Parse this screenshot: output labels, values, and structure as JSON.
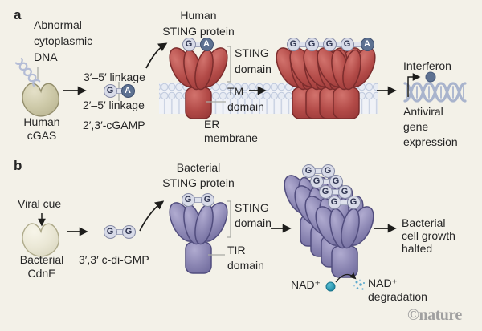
{
  "figure": {
    "credit": "©nature",
    "background_color": "#f3f1e8"
  },
  "panel_a": {
    "label": "a",
    "abnormal_dna_lines": [
      "Abnormal",
      "cytoplasmic",
      "DNA"
    ],
    "cgas_lines": [
      "Human",
      "cGAS"
    ],
    "linkage_top": "3′–5′ linkage",
    "linkage_bottom": "2′–5′ linkage",
    "cgamp": "2′,3′-cGAMP",
    "nucleotide_pair": {
      "left": "G",
      "right": "A"
    },
    "sting_title_lines": [
      "Human",
      "STING protein"
    ],
    "sting_domain_lines": [
      "STING",
      "domain"
    ],
    "tm_domain_lines": [
      "TM",
      "domain"
    ],
    "er_membrane_lines": [
      "ER",
      "membrane"
    ],
    "oligomer_row": [
      "G",
      "G",
      "G",
      "G",
      "A"
    ],
    "interferon": "Interferon",
    "antiviral_lines": [
      "Antiviral",
      "gene",
      "expression"
    ]
  },
  "panel_b": {
    "label": "b",
    "viral_cue": "Viral cue",
    "cdne_lines": [
      "Bacterial",
      "CdnE"
    ],
    "cdigmp": "3′,3′ c-di-GMP",
    "nucleotide_pair": {
      "left": "G",
      "right": "G"
    },
    "sting_title_lines": [
      "Bacterial",
      "STING protein"
    ],
    "sting_domain_lines": [
      "STING",
      "domain"
    ],
    "tir_domain_lines": [
      "TIR",
      "domain"
    ],
    "oligomer_pairs": [
      {
        "left": "G",
        "right": "G"
      },
      {
        "left": "G",
        "right": "G"
      },
      {
        "left": "G",
        "right": "G"
      },
      {
        "left": "G",
        "right": "G"
      }
    ],
    "nad": "NAD⁺",
    "nad_degradation_lines": [
      "NAD⁺",
      "degradation"
    ],
    "growth_lines": [
      "Bacterial",
      "cell growth",
      "halted"
    ]
  },
  "colors": {
    "background": "#f3f1e8",
    "human_sting_red": "#b24a47",
    "bacterial_sting_purple": "#8a85b2",
    "cgas_olive": "#c6c2a0",
    "cdne_cream": "#e8e5d2",
    "nucleotide_dark": "#5d7191",
    "nucleotide_light": "#d8dbe8",
    "membrane_blue": "#dde3ee",
    "dna_helix": "#a9b4cd",
    "nad_teal": "#2f9db5",
    "text": "#252525",
    "credit_gray": "#a0a0a0"
  }
}
